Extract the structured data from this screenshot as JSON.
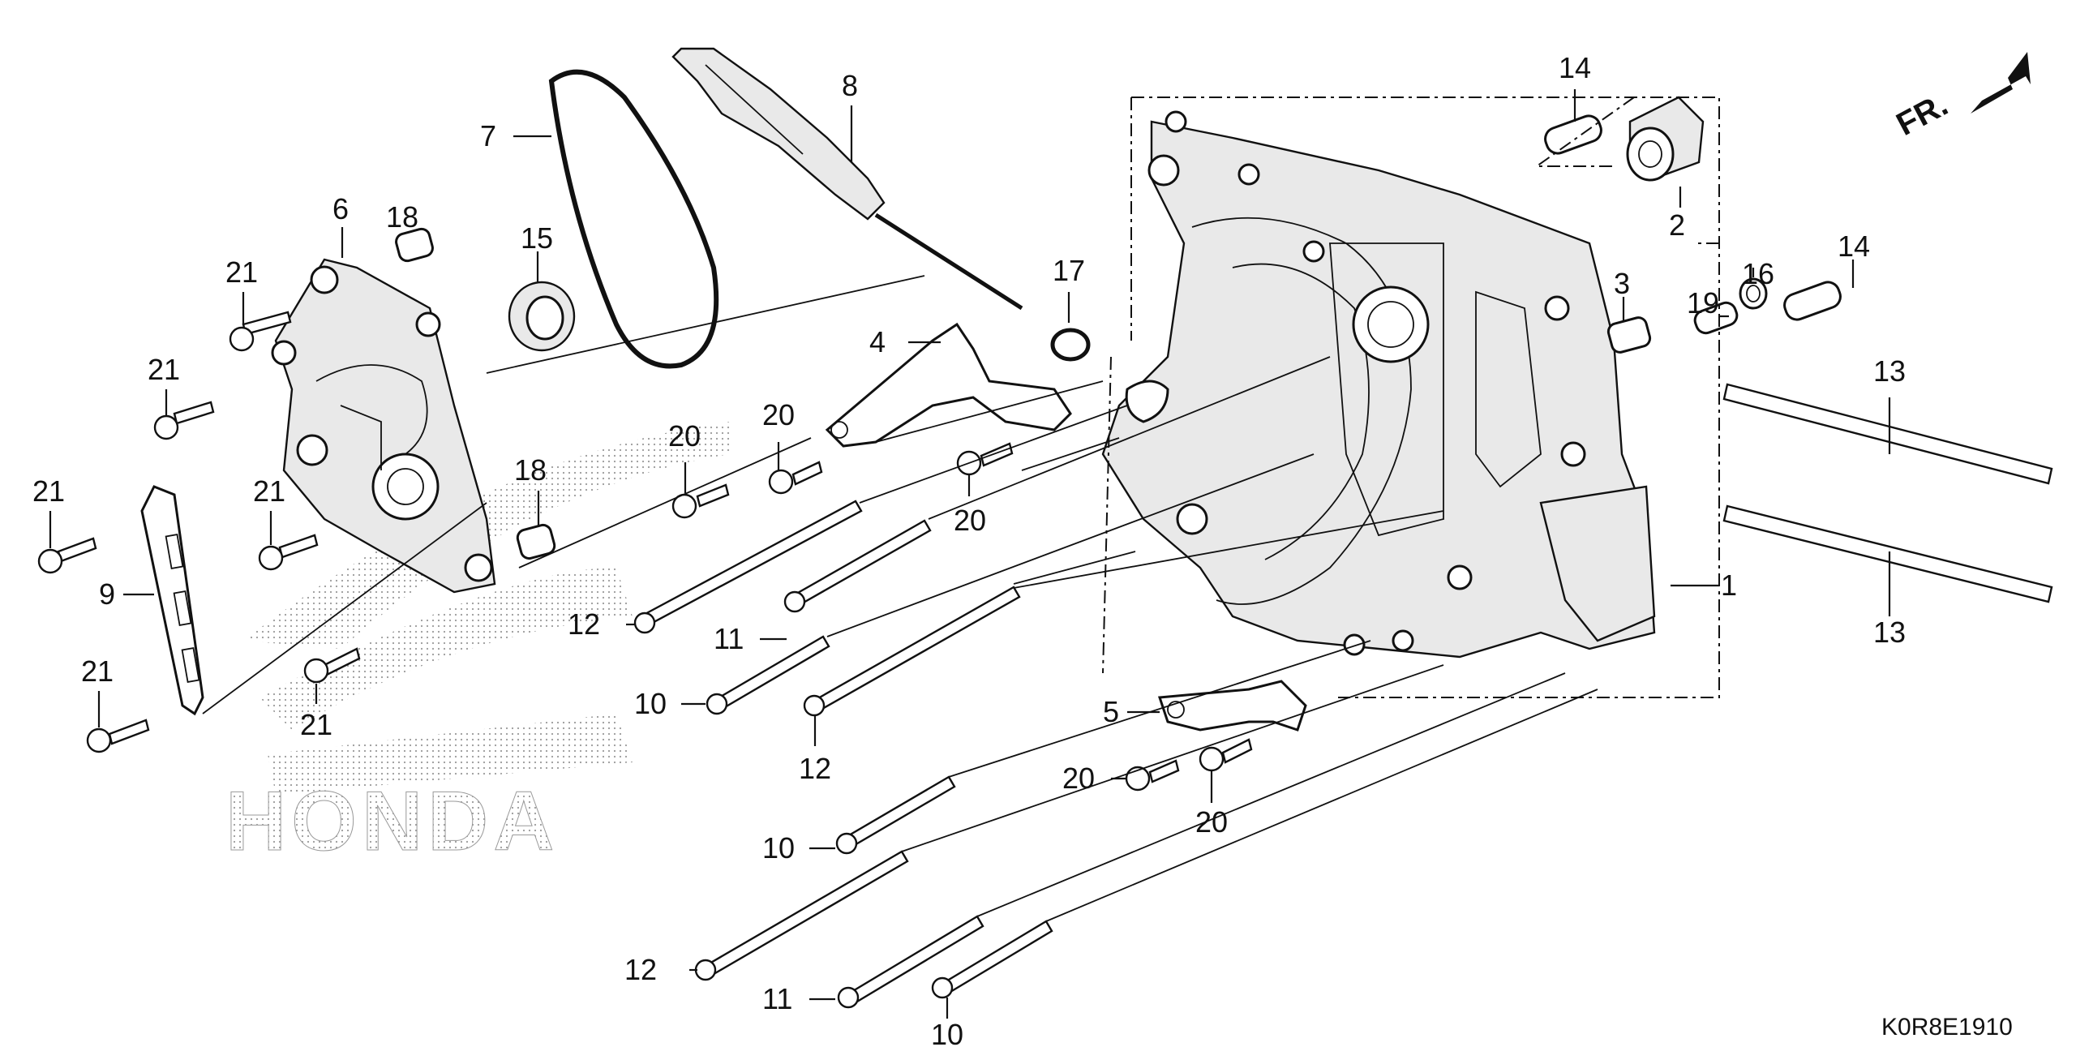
{
  "diagram_code": "K0R8E1910",
  "front_indicator": "FR.",
  "watermark": "HONDA",
  "callouts": [
    {
      "id": "c1",
      "text": "1"
    },
    {
      "id": "c2",
      "text": "2"
    },
    {
      "id": "c3",
      "text": "3"
    },
    {
      "id": "c4",
      "text": "4"
    },
    {
      "id": "c5",
      "text": "5"
    },
    {
      "id": "c6",
      "text": "6"
    },
    {
      "id": "c7",
      "text": "7"
    },
    {
      "id": "c8",
      "text": "8"
    },
    {
      "id": "c9",
      "text": "9"
    },
    {
      "id": "c10a",
      "text": "10"
    },
    {
      "id": "c10b",
      "text": "10"
    },
    {
      "id": "c10c",
      "text": "10"
    },
    {
      "id": "c11a",
      "text": "11"
    },
    {
      "id": "c11b",
      "text": "11"
    },
    {
      "id": "c12a",
      "text": "12"
    },
    {
      "id": "c12b",
      "text": "12"
    },
    {
      "id": "c12c",
      "text": "12"
    },
    {
      "id": "c13a",
      "text": "13"
    },
    {
      "id": "c13b",
      "text": "13"
    },
    {
      "id": "c14a",
      "text": "14"
    },
    {
      "id": "c14b",
      "text": "14"
    },
    {
      "id": "c15",
      "text": "15"
    },
    {
      "id": "c16",
      "text": "16"
    },
    {
      "id": "c17",
      "text": "17"
    },
    {
      "id": "c18a",
      "text": "18"
    },
    {
      "id": "c18b",
      "text": "18"
    },
    {
      "id": "c19",
      "text": "19"
    },
    {
      "id": "c20a",
      "text": "20"
    },
    {
      "id": "c20b",
      "text": "20"
    },
    {
      "id": "c20c",
      "text": "20"
    },
    {
      "id": "c20d",
      "text": "20"
    },
    {
      "id": "c20e",
      "text": "20"
    },
    {
      "id": "c21a",
      "text": "21"
    },
    {
      "id": "c21b",
      "text": "21"
    },
    {
      "id": "c21c",
      "text": "21"
    },
    {
      "id": "c21d",
      "text": "21"
    },
    {
      "id": "c21e",
      "text": "21"
    },
    {
      "id": "c21f",
      "text": "21"
    }
  ]
}
